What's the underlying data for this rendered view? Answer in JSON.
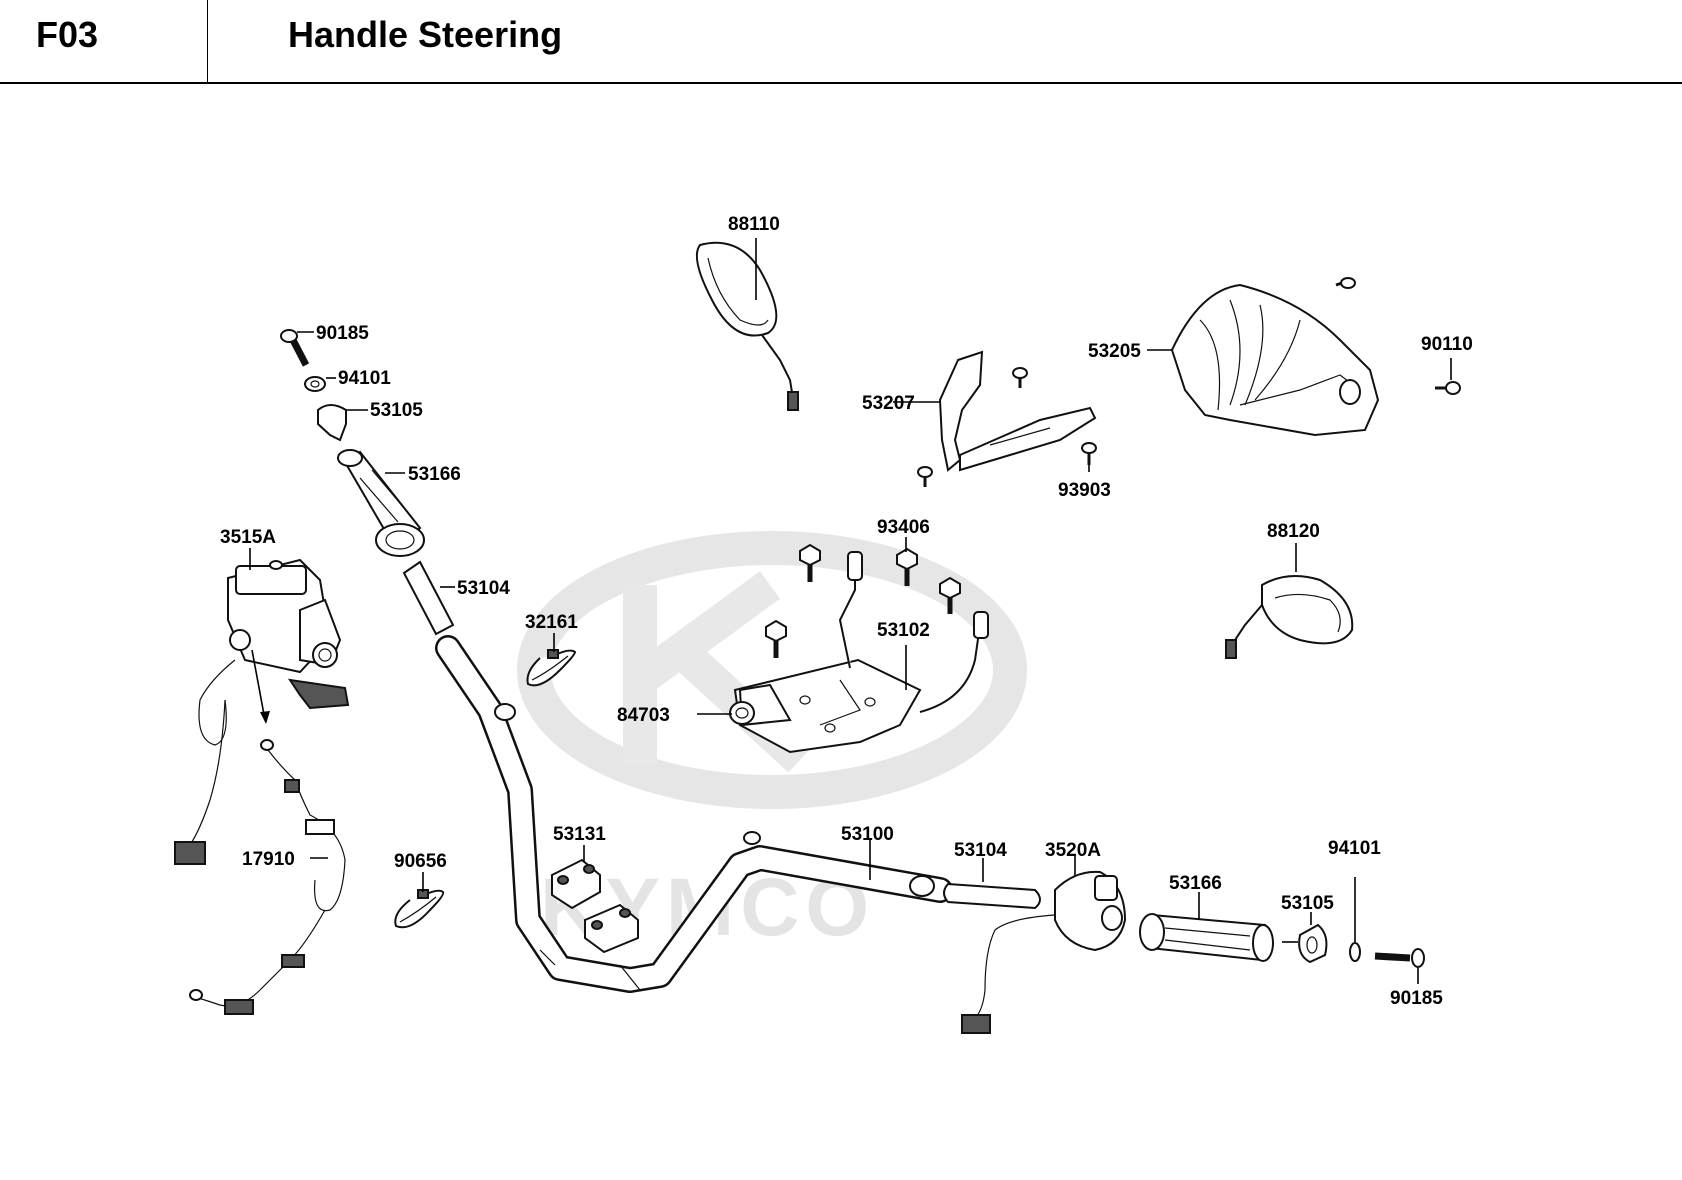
{
  "header": {
    "section_code": "F03",
    "title": "Handle Steering"
  },
  "watermark": {
    "brand_text": "KYMCO"
  },
  "labels": {
    "mirror_left": "88110",
    "mirror_right": "88120",
    "bolt_left": "90185",
    "bolt_right": "90185",
    "washer_left": "94101",
    "washer_right": "94101",
    "weight_left": "53105",
    "weight_right": "53105",
    "grip_left": "53166",
    "grip_right": "53166",
    "sleeve_left": "53104",
    "sleeve_right": "53104",
    "master_cylinder": "3515A",
    "switch_right": "3520A",
    "band_upper": "32161",
    "band_lower": "90656",
    "harness": "17910",
    "holder": "53131",
    "handlebar": "53100",
    "bracket": "53102",
    "damper": "84703",
    "bolt_bracket": "93406",
    "cover_front": "53205",
    "cover_side": "53207",
    "screw_side": "93903",
    "screw_front": "90110"
  }
}
